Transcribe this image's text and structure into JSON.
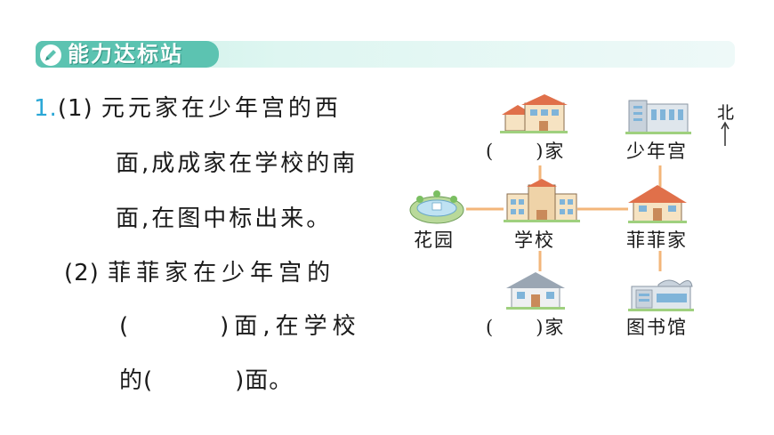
{
  "banner": {
    "title": "能力达标站",
    "icon": "pencil-icon"
  },
  "question": {
    "number": "1.",
    "part1_marker": "(1)",
    "part1_line1": "元元家在少年宫的西",
    "part1_line2": "面,成成家在学校的南",
    "part1_line3": "面,在图中标出来。",
    "part2_marker": "(2)",
    "part2_line1": "菲菲家在少年宫的",
    "part2_line2_open": "(",
    "part2_line2_close": ")面,在学校",
    "part2_line3_open": "的(",
    "part2_line3_close": ")面。"
  },
  "map": {
    "north_label": "北",
    "top_left_label": "(　　)家",
    "top_right_label": "少年宫",
    "middle_left_label": "花园",
    "center_label": "学校",
    "middle_right_label": "菲菲家",
    "bottom_left_label": "(　　)家",
    "bottom_right_label": "图书馆",
    "colors": {
      "connector": "#f3b67a",
      "roof": "#e0704a",
      "building": "#f6e3c2",
      "window": "#7fb4d9",
      "gray": "#b9c2cc"
    }
  }
}
